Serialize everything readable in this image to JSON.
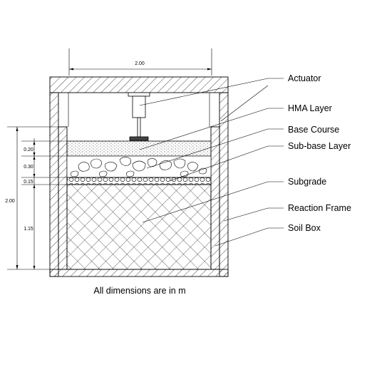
{
  "dimensions": {
    "width": "2.00",
    "height": "2.00",
    "hma": "0.20",
    "base": "0.30",
    "subbase": "0.15",
    "subgrade": "1.15"
  },
  "labels": {
    "actuator": "Actuator",
    "hma_layer": "HMA Layer",
    "base_course": "Base Course",
    "subbase_layer": "Sub-base Layer",
    "subgrade": "Subgrade",
    "reaction_frame": "Reaction Frame",
    "soil_box": "Soil Box"
  },
  "caption": "All dimensions are in m"
}
